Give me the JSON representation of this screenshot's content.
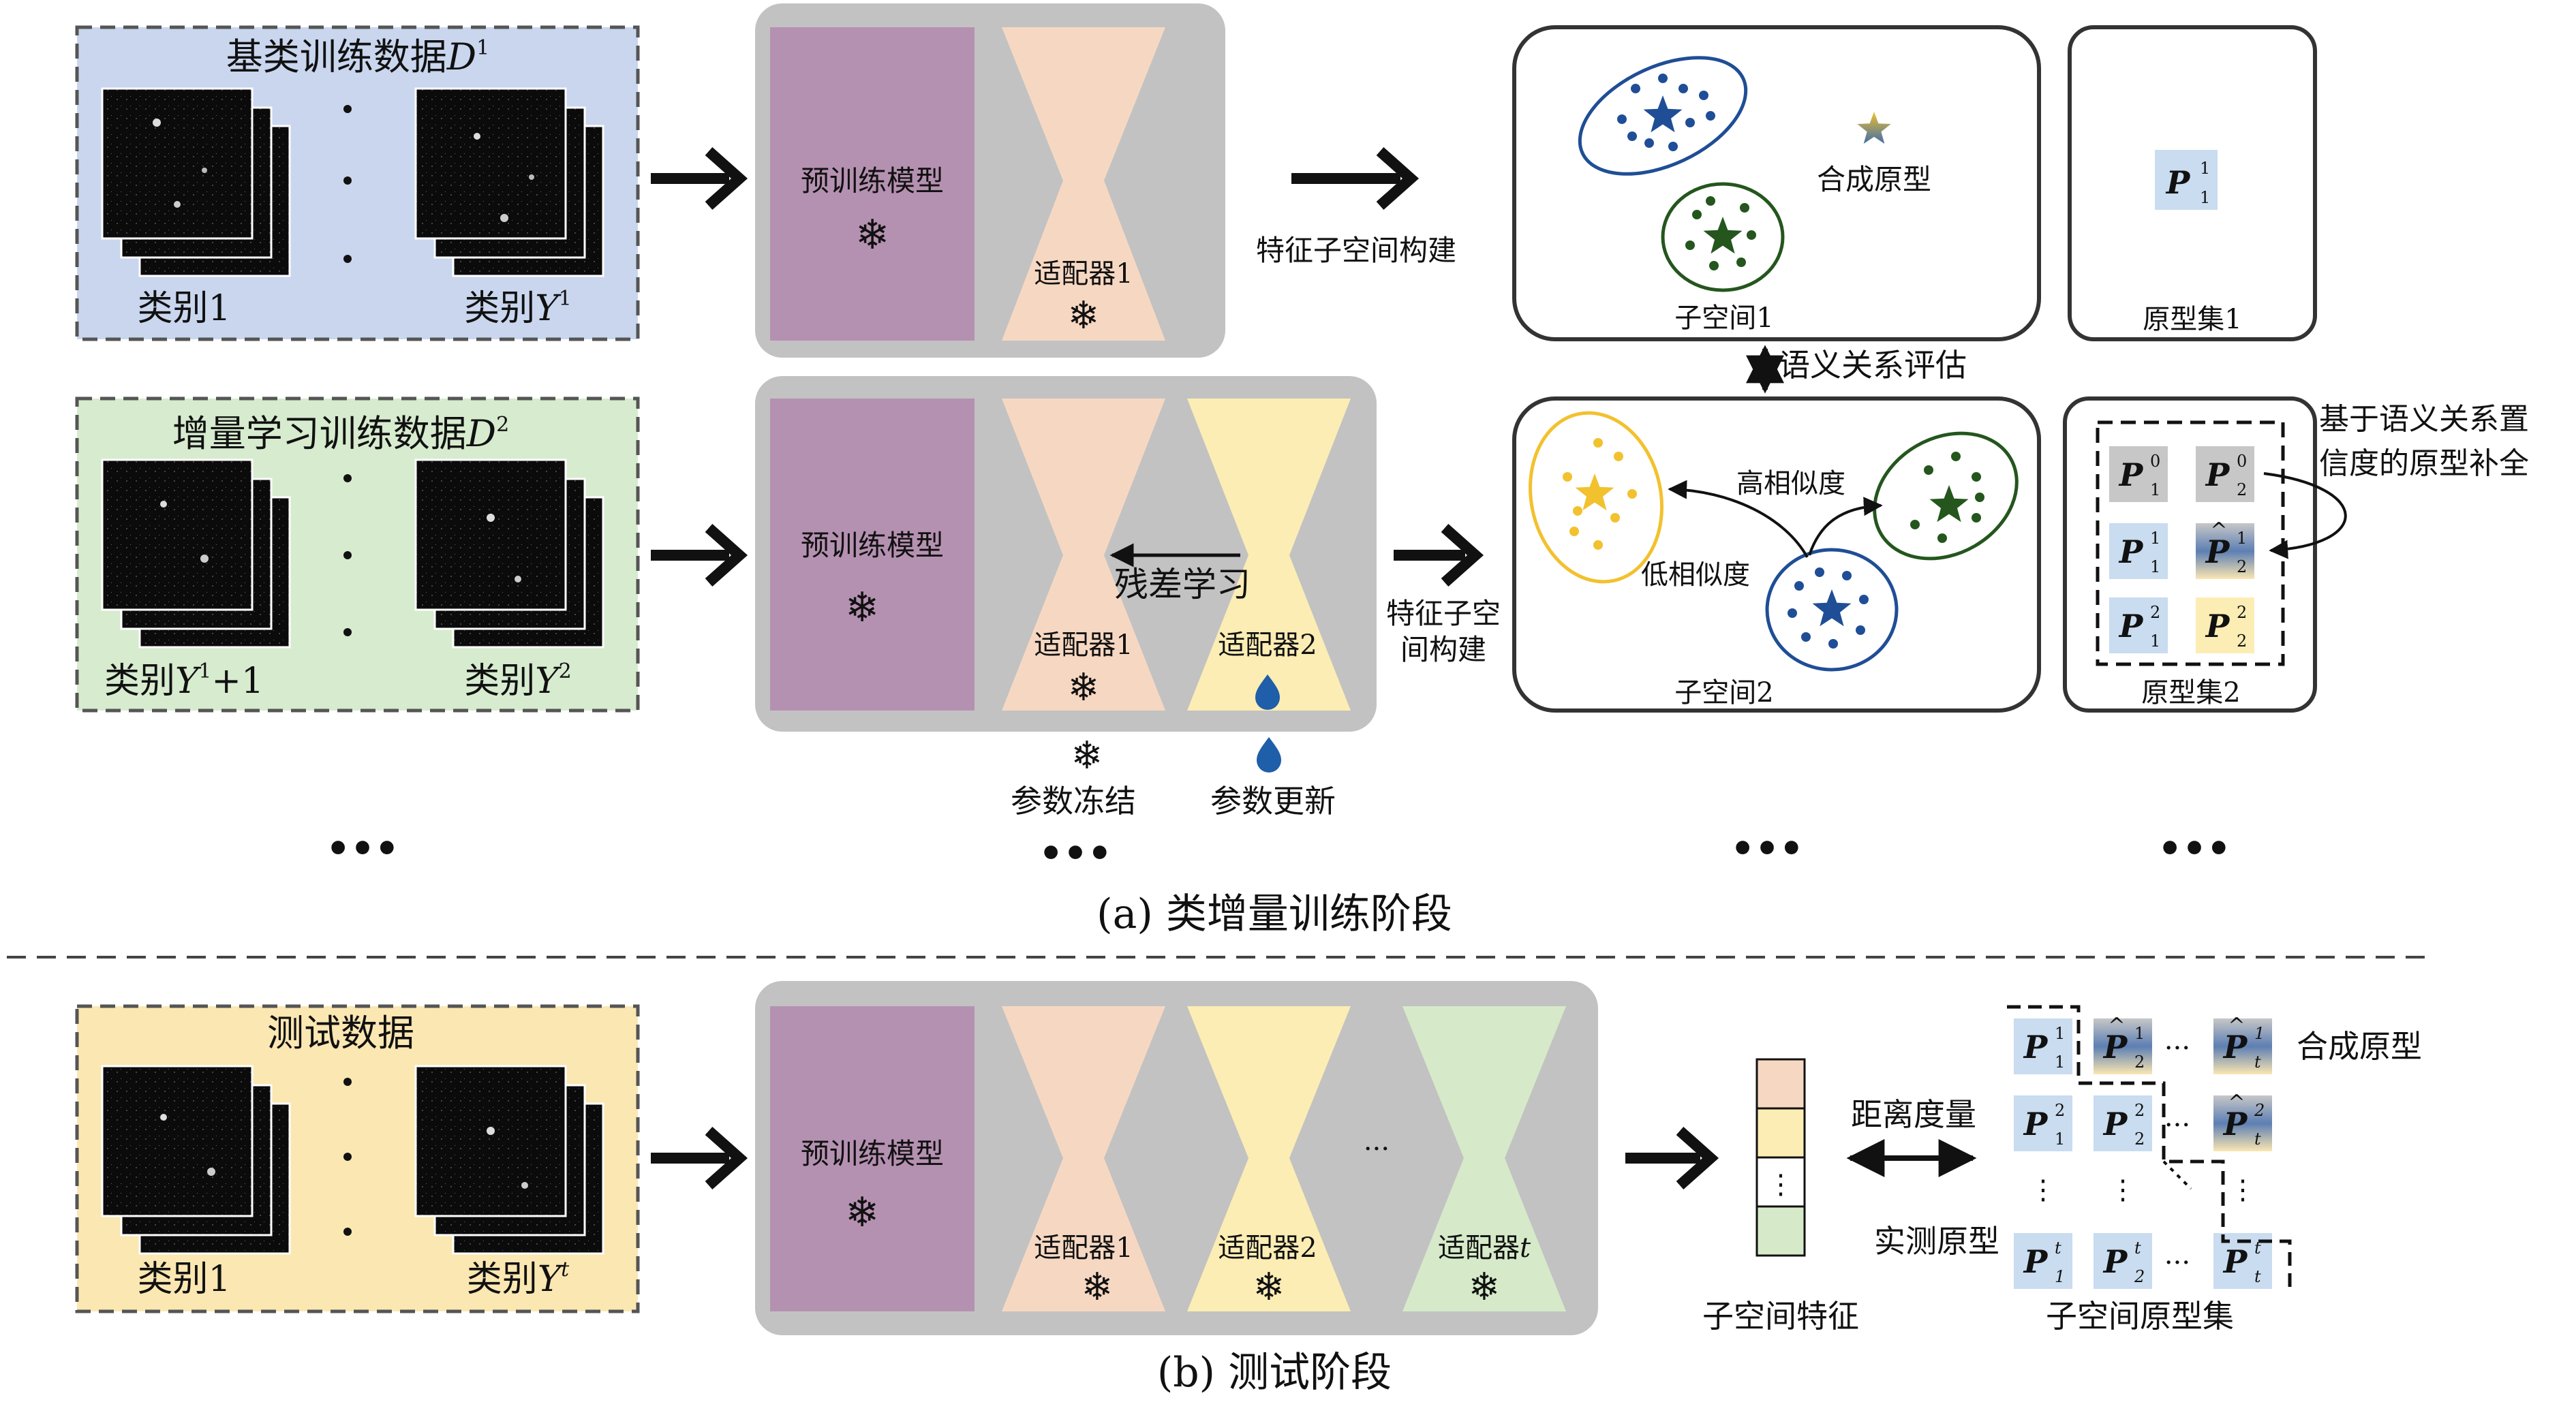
{
  "train": {
    "base_data": {
      "title": "基类训练数据",
      "symbol": "D",
      "sup": "1",
      "first_label": "类别1",
      "last_label": "类别",
      "last_sym": "Y",
      "last_sup": "1"
    },
    "inc_data": {
      "title": "增量学习训练数据",
      "symbol": "D",
      "sup": "2",
      "first_label": "类别",
      "first_sym": "Y",
      "first_sup": "1",
      "first_suffix": "+1",
      "last_label": "类别",
      "last_sym": "Y",
      "last_sup": "2"
    },
    "pretrained_label": "预训练模型",
    "adapter1_label": "适配器1",
    "adapter2_label": "适配器2",
    "residual_label": "残差学习",
    "freeze_label": "参数冻结",
    "update_label": "参数更新",
    "subspace_build": "特征子空间构建",
    "subspace_build_l1": "特征子空",
    "subspace_build_l2": "间构建",
    "subspace1_label": "子空间1",
    "subspace2_label": "子空间2",
    "synth_proto": "合成原型",
    "semantic_eval": "语义关系评估",
    "high_sim": "高相似度",
    "low_sim": "低相似度",
    "protoset1_label": "原型集1",
    "protoset2_label": "原型集2",
    "completion_l1": "基于语义关系置",
    "completion_l2": "信度的原型补全",
    "ellipsis": "•••",
    "stage_label": "(a) 类增量训练阶段"
  },
  "test": {
    "test_data": {
      "title": "测试数据",
      "first_label": "类别1",
      "last_label": "类别",
      "last_sym": "Y",
      "last_sup": "t"
    },
    "pretrained_label": "预训练模型",
    "adapter1_label": "适配器1",
    "adapter2_label": "适配器2",
    "adaptert_label": "适配器",
    "adaptert_sym": "t",
    "dots": "···",
    "distance_label": "距离度量",
    "feature_label": "子空间特征",
    "feature_dots": "⋮",
    "measured_proto": "实测原型",
    "synth_proto": "合成原型",
    "protoset_label": "子空间原型集",
    "stage_label": "(b) 测试阶段"
  },
  "colors": {
    "base_bg": "#c9d6ee",
    "inc_bg": "#d7ebcf",
    "test_bg": "#fbe7b2",
    "model_purple": "#b591b1",
    "adapter_orange": "#f6d8c2",
    "adapter_yellow": "#fbedb4",
    "adapter_green": "#d6eac9",
    "module_gray": "#c2c2c2",
    "blue": "#1f4e96",
    "green": "#24561d",
    "yellow": "#f2c12e",
    "proto_blue": "#c9dcf0",
    "proto_gray": "#c7c7c7",
    "snowflake": "#3d7fce"
  },
  "icons": {
    "frozen": "snowflake-icon",
    "update": "droplet-icon",
    "arrow": "thick-right-arrow-icon",
    "center": "star-icon"
  }
}
